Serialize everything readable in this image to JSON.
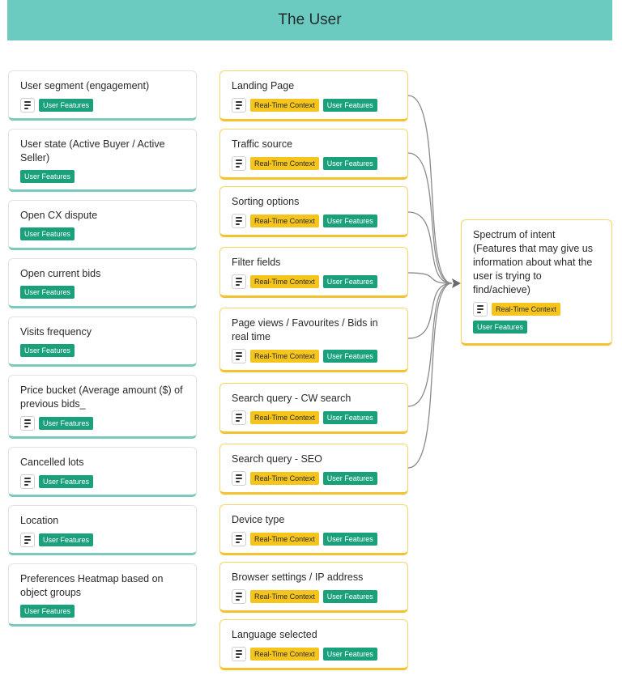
{
  "header": {
    "title": "The User"
  },
  "tags": {
    "user_features": "User Features",
    "real_time_context": "Real-Time Context"
  },
  "colors": {
    "header": "#6ccbc1",
    "user_features_tag": "#1aa07b",
    "real_time_tag": "#f5c41d",
    "teal_accent": "#7cc7c0",
    "yellow_accent": "#f2c230"
  },
  "left_cards": [
    {
      "title": "User segment (engagement)",
      "has_doc": true
    },
    {
      "title": "User state (Active Buyer / Active Seller)",
      "has_doc": false
    },
    {
      "title": "Open CX dispute",
      "has_doc": false
    },
    {
      "title": "Open current bids",
      "has_doc": false
    },
    {
      "title": "Visits frequency",
      "has_doc": false
    },
    {
      "title": "Price bucket (Average amount ($) of previous bids_",
      "has_doc": true
    },
    {
      "title": "Cancelled lots",
      "has_doc": true
    },
    {
      "title": "Location",
      "has_doc": true
    },
    {
      "title": "Preferences Heatmap based on object groups",
      "has_doc": false
    }
  ],
  "middle_cards": [
    {
      "title": "Landing Page"
    },
    {
      "title": "Traffic source"
    },
    {
      "title": "Sorting options"
    },
    {
      "title": "Filter fields"
    },
    {
      "title": "Page views / Favourites / Bids in real time"
    },
    {
      "title": "Search query - CW search"
    },
    {
      "title": "Search query - SEO"
    },
    {
      "title": "Device type"
    },
    {
      "title": "Browser settings / IP address"
    },
    {
      "title": "Language selected"
    }
  ],
  "right_card": {
    "title": "Spectrum of intent (Features that may give us information about what the user is trying to find/achieve)"
  }
}
